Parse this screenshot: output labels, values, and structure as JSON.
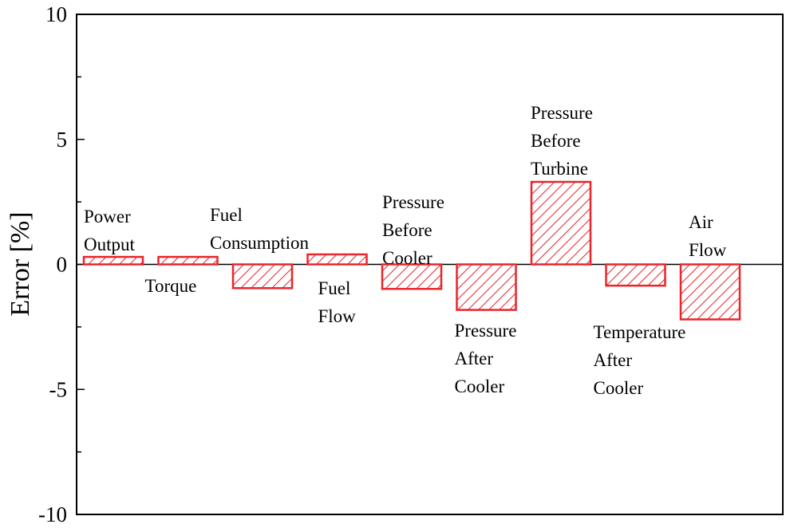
{
  "chart_data": {
    "type": "bar",
    "ylabel": "Error [%]",
    "ylim": [
      -10,
      10
    ],
    "y_ticks": [
      "10",
      "5",
      "0",
      "-5",
      "-10"
    ],
    "y_tick_values": [
      10,
      5,
      0,
      -5,
      -10
    ],
    "grid": false,
    "colors": {
      "bar_stroke": "#e8262b",
      "hatch": "#e8262b",
      "axis": "#000000"
    },
    "series": [
      {
        "values": [
          0.3,
          0.3,
          -0.95,
          0.4,
          -0.98,
          -1.82,
          3.3,
          -0.85,
          -2.2
        ]
      }
    ],
    "categories": [
      {
        "lines": [
          "Power",
          "Output"
        ]
      },
      {
        "lines": [
          "Torque"
        ]
      },
      {
        "lines": [
          "Fuel",
          "Consumption"
        ]
      },
      {
        "lines": [
          "Fuel",
          "Flow"
        ]
      },
      {
        "lines": [
          "Pressure",
          "Before",
          "Cooler"
        ]
      },
      {
        "lines": [
          "Pressure",
          "After",
          "Cooler"
        ]
      },
      {
        "lines": [
          "Pressure",
          "Before",
          "Turbine"
        ]
      },
      {
        "lines": [
          "Temperature",
          "After",
          "Cooler"
        ]
      },
      {
        "lines": [
          "Air",
          "Flow"
        ]
      }
    ]
  }
}
